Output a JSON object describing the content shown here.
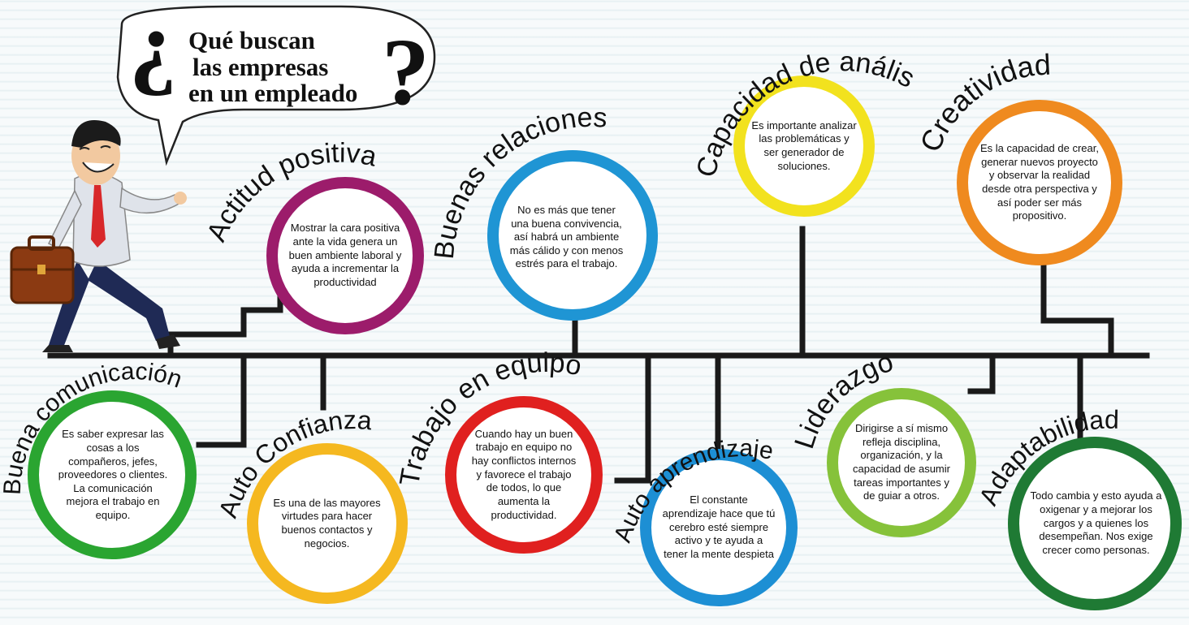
{
  "title": {
    "line1": "Qué buscan",
    "line2": "las empresas",
    "line3": "en un empleado"
  },
  "items": [
    {
      "label": "Actitud positiva",
      "text": "Mostrar la cara positiva ante la vida genera un buen ambiente laboral y ayuda a incrementar la productividad",
      "color": "#9c1c6b"
    },
    {
      "label": "Buenas relaciones",
      "text": "No es más que tener una buena convivencia, así habrá un ambiente más cálido y con menos estrés para el trabajo.",
      "color": "#1f95d4"
    },
    {
      "label": "Capacidad de análisis",
      "text": "Es importante analizar las problemáticas y ser generador de soluciones.",
      "color": "#f2e21e"
    },
    {
      "label": "Creatividad",
      "text": "Es la capacidad de crear, generar nuevos proyecto y observar la realidad desde otra perspectiva y así poder ser más propositivo.",
      "color": "#ef8a1f"
    },
    {
      "label": "Buena comunicación",
      "text": "Es saber expresar las cosas a los compañeros, jefes, proveedores o clientes. La comunicación mejora el trabajo en equipo.",
      "color": "#2aa531"
    },
    {
      "label": "Auto Confianza",
      "text": "Es una de las mayores virtudes para hacer buenos contactos y negocios.",
      "color": "#f5b820"
    },
    {
      "label": "Trabajo en equipo",
      "text": "Cuando hay un buen trabajo en equipo no hay conflictos internos y favorece el trabajo de todos, lo que aumenta la productividad.",
      "color": "#e0201f"
    },
    {
      "label": "Auto aprendizaje",
      "text": "El constante aprendizaje hace que tú cerebro esté siempre activo y te ayuda a tener la mente despieta",
      "color": "#1d8fd4"
    },
    {
      "label": "Liderazgo",
      "text": "Dirigirse a sí mismo refleja disciplina, organización,  y  la capacidad de asumir tareas importantes y de guiar a otros.",
      "color": "#86c23a"
    },
    {
      "label": "Adaptabilidad",
      "text": "Todo cambia y esto ayuda a oxigenar y a mejorar los cargos y a quienes los desempeñan.  Nos exige crecer como personas.",
      "color": "#1f7a34"
    }
  ]
}
